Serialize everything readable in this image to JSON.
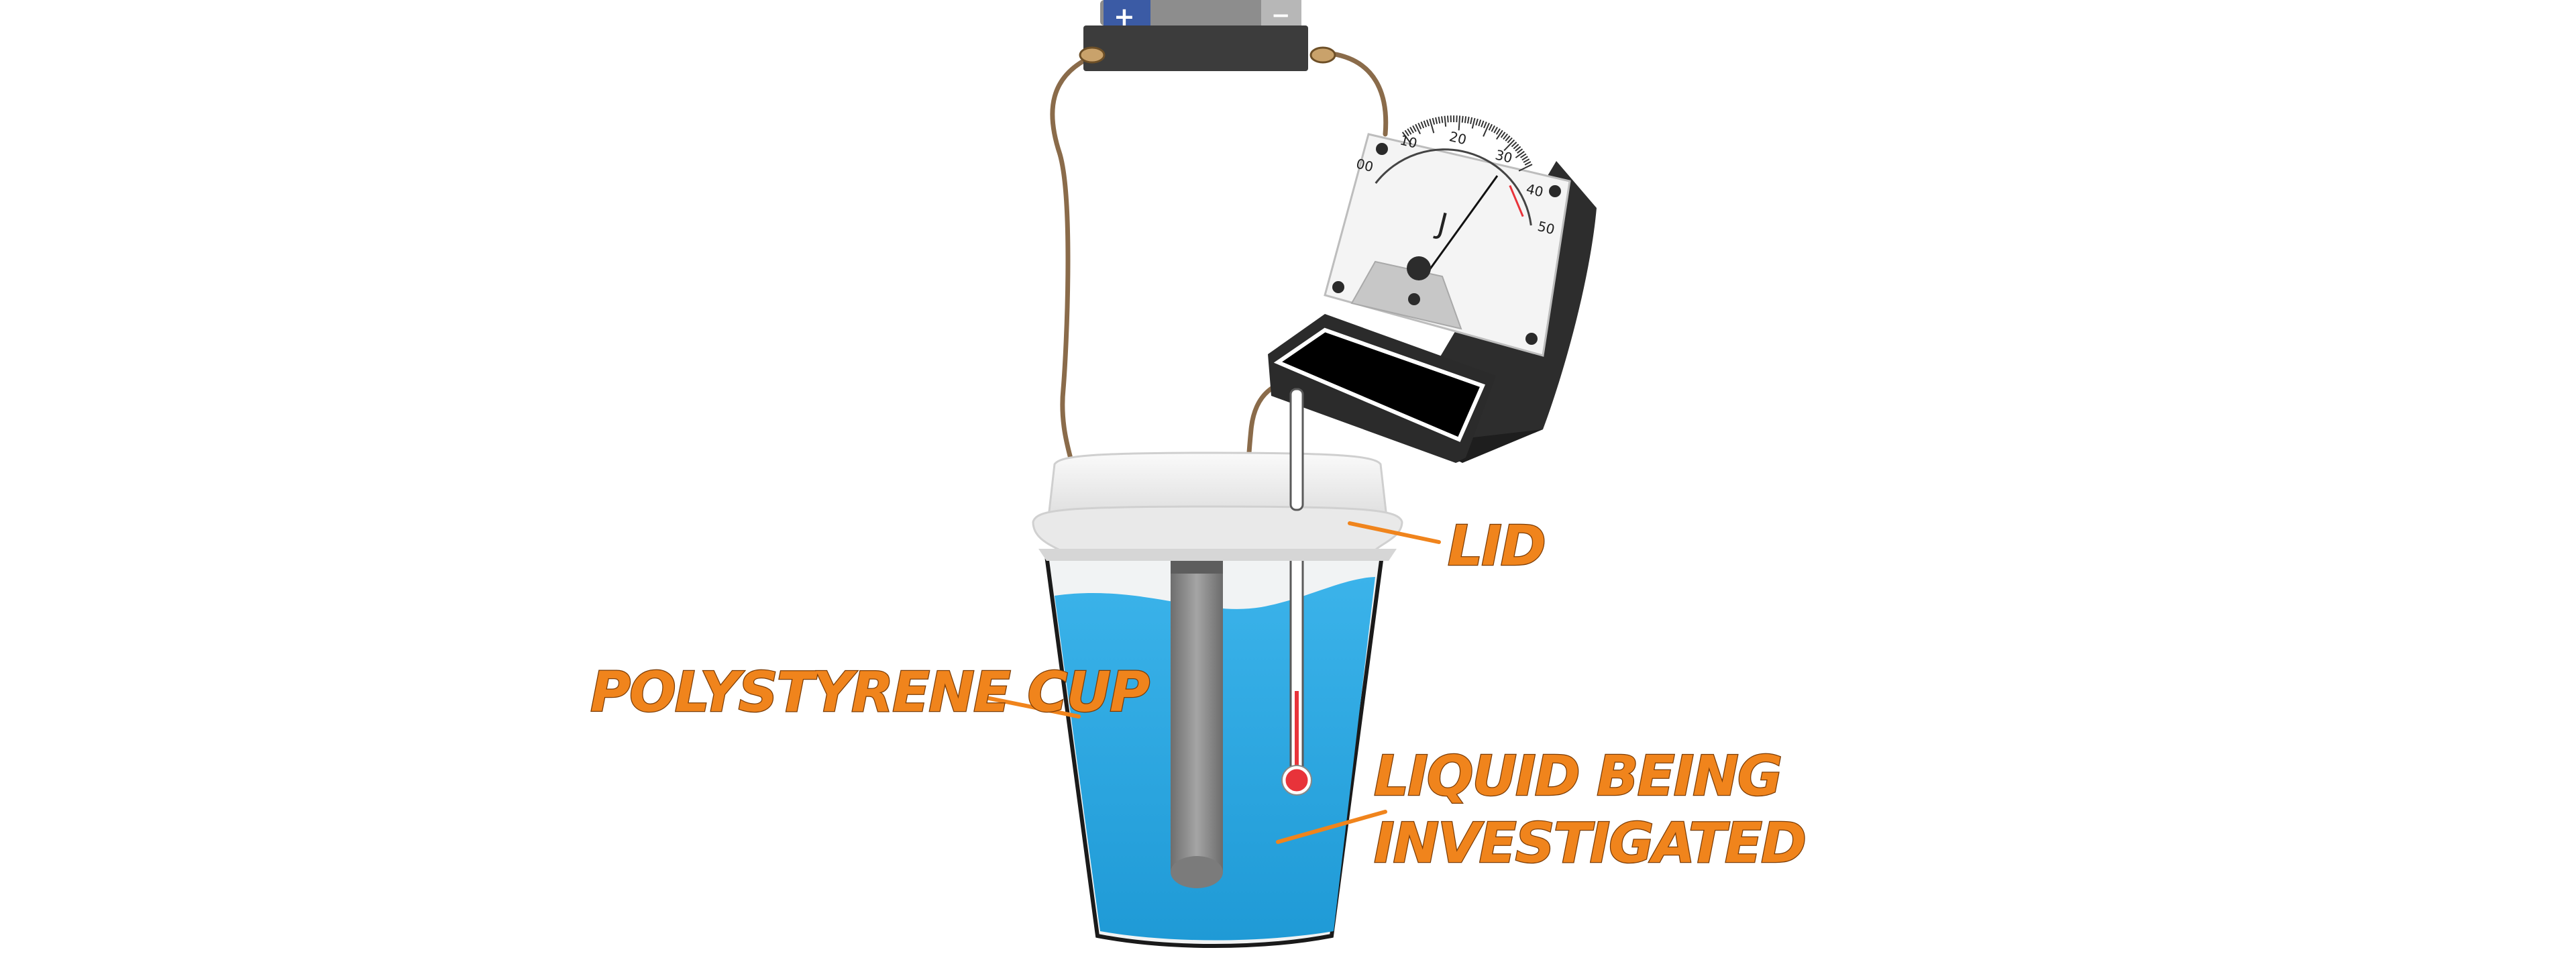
{
  "labels": {
    "lid": "LID",
    "cup": "POLYSTYRENE CUP",
    "liquid_line1": "LIQUID BEING",
    "liquid_line2": "INVESTIGATED"
  },
  "joulemeter": {
    "unit": "J",
    "scale": [
      "00",
      "10",
      "20",
      "30",
      "40",
      "50"
    ],
    "reading": 35
  },
  "battery": {
    "positive": "+",
    "negative": "−"
  },
  "colors": {
    "label_orange": "#f0841c",
    "liquid_blue": "#29a8e0",
    "thermo_red": "#e8333a",
    "meter_body": "#2d2d2d",
    "battery_blue": "#3b5ba5"
  }
}
